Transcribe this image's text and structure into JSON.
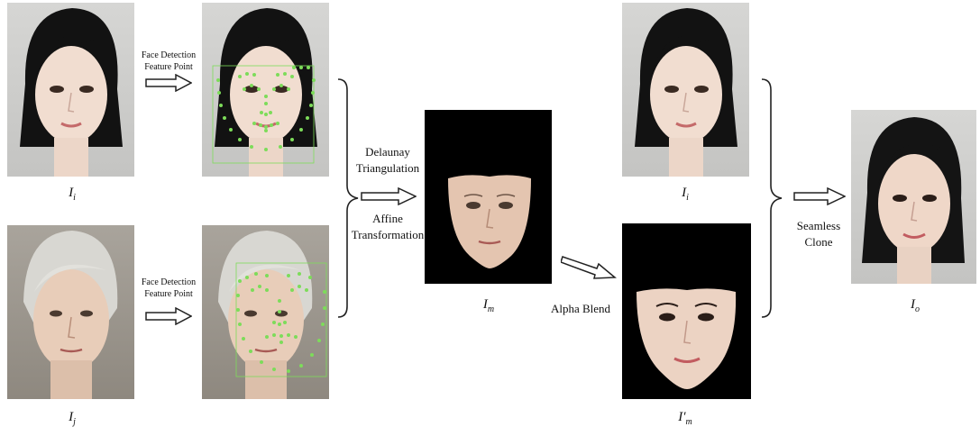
{
  "steps": {
    "face_detection_top": {
      "line1": "Face Detection",
      "line2": "Feature Point"
    },
    "face_detection_bottom": {
      "line1": "Face Detection",
      "line2": "Feature Point"
    },
    "delaunay": {
      "line1": "Delaunay",
      "line2": "Triangulation"
    },
    "affine": {
      "line1": "Affine",
      "line2": "Transformation"
    },
    "alpha_blend": "Alpha Blend",
    "seamless": {
      "line1": "Seamless",
      "line2": "Clone"
    }
  },
  "labels": {
    "i_i": {
      "base": "I",
      "sub": "i"
    },
    "i_j": {
      "base": "I",
      "sub": "j"
    },
    "i_m": {
      "base": "I",
      "sub": "m"
    },
    "i_i_right": {
      "base": "I",
      "sub": "i"
    },
    "i_m_prime": {
      "base": "I′",
      "sub": "m"
    },
    "i_o": {
      "base": "I",
      "sub": "o"
    }
  },
  "colors": {
    "landmark": "#7ddc5a",
    "arrow_stroke": "#222222",
    "background": "#ffffff"
  },
  "icons": {
    "arrow": "hollow-right-arrow",
    "brace": "right-curly-brace"
  }
}
